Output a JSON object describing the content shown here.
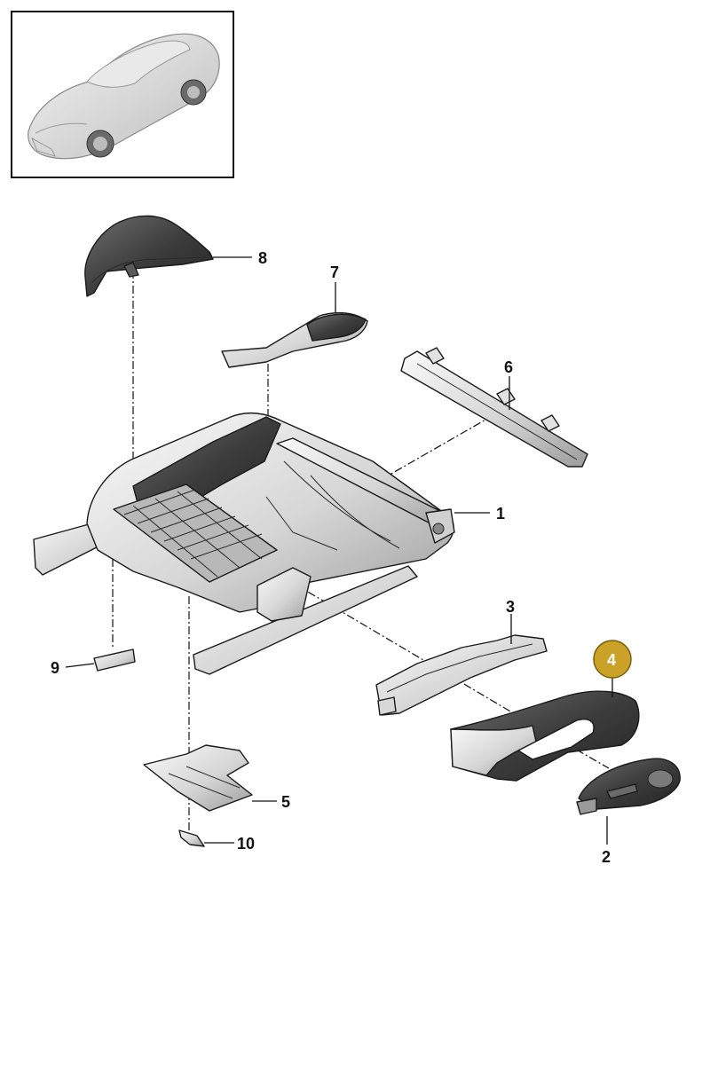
{
  "callouts": [
    {
      "id": "1",
      "label": "1"
    },
    {
      "id": "2",
      "label": "2"
    },
    {
      "id": "3",
      "label": "3"
    },
    {
      "id": "4",
      "label": "4",
      "highlighted": true
    },
    {
      "id": "5",
      "label": "5"
    },
    {
      "id": "6",
      "label": "6"
    },
    {
      "id": "7",
      "label": "7"
    },
    {
      "id": "8",
      "label": "8"
    },
    {
      "id": "9",
      "label": "9"
    },
    {
      "id": "10",
      "label": "10"
    }
  ],
  "colors": {
    "highlight_fill": "#c9a227",
    "highlight_stroke": "#7a5f10",
    "part_light": "#eeeeee",
    "part_mid": "#cfcfcf",
    "part_dark": "#3a3a3a",
    "line": "#111111"
  },
  "thumbnail": {
    "icon": "car-icon"
  }
}
